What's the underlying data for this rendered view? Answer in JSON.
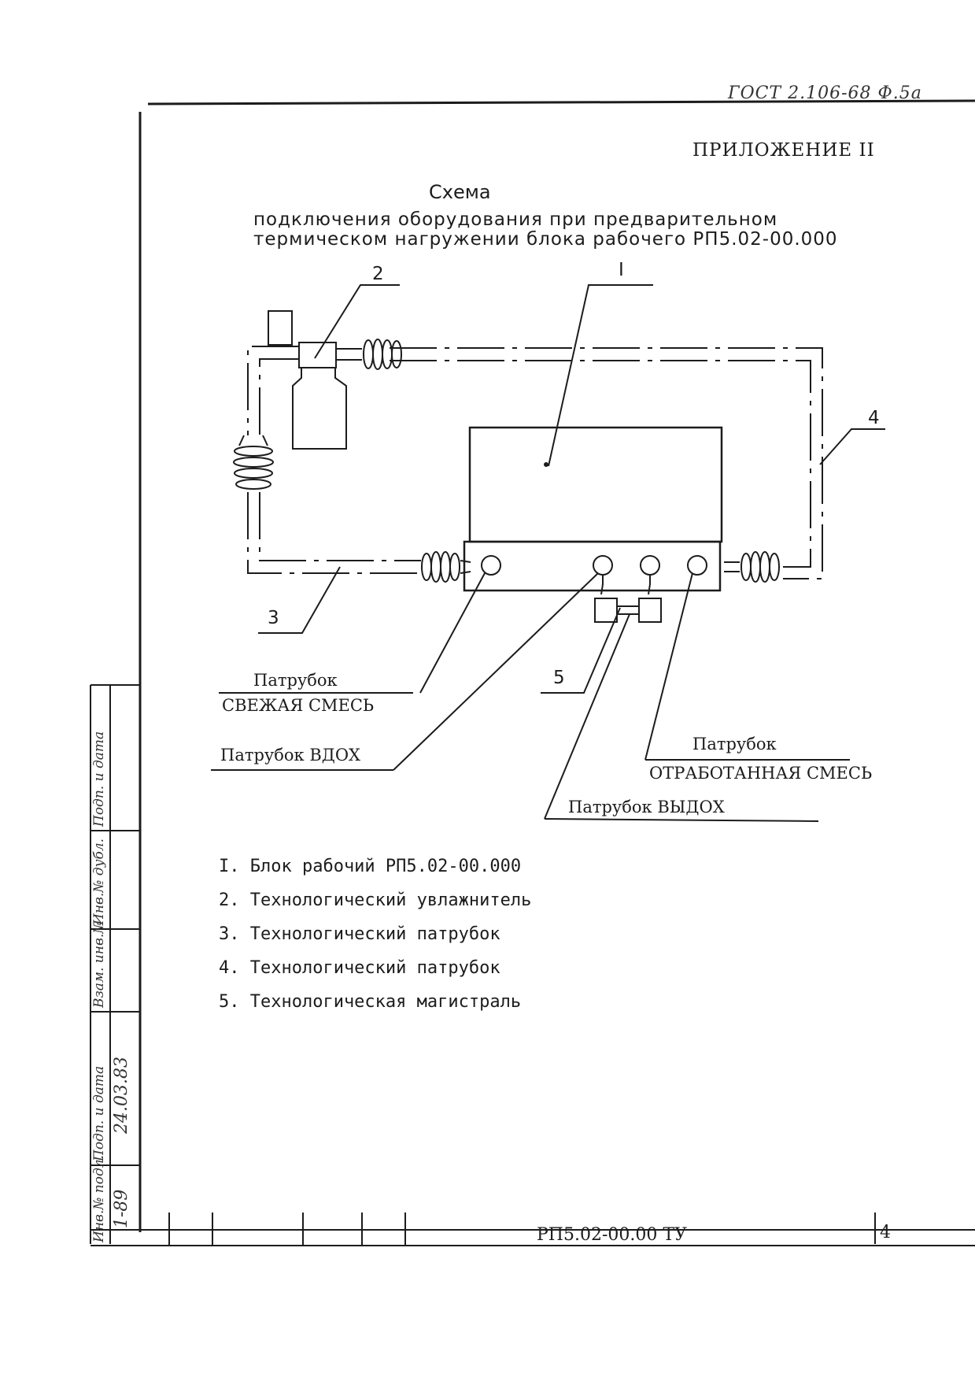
{
  "header": {
    "standard_stamp": "ГОСТ 2.106-68 Ф.5а"
  },
  "appendix_label": "ПРИЛОЖЕНИЕ II",
  "diagram": {
    "title": "Схема",
    "subtitle_line1": "подключения оборудования при предварительном",
    "subtitle_line2": "термическом нагружении блока рабочего РП5.02-00.000",
    "callouts": {
      "c1": "I",
      "c2": "2",
      "c3": "3",
      "c4": "4",
      "c5": "5"
    },
    "labels": {
      "fresh_top": "Патрубок",
      "fresh_bottom": "СВЕЖАЯ СМЕСЬ",
      "in_vdox": "Патрубок ВДОХ",
      "spent_top": "Патрубок",
      "spent_bottom": "ОТРАБОТАННАЯ СМЕСЬ",
      "out_vydox": "Патрубок ВЫДОХ"
    }
  },
  "legend": [
    "I. Блок рабочий РП5.02-00.000",
    "2. Технологический увлажнитель",
    "3. Технологический патрубок",
    "4. Технологический патрубок",
    "5. Технологическая магистраль"
  ],
  "side_stamp": {
    "col1": "Инв.№ подл.",
    "col2": "Подп. и дата",
    "col3": "Взам. инв.№",
    "col4": "Инв.№ дубл.",
    "col5": "Подп. и дата",
    "date": "24.03.83",
    "sheet_code": "1-89"
  },
  "footer": {
    "doc_code": "РП5.02-00.00 ТУ",
    "page": "4"
  }
}
